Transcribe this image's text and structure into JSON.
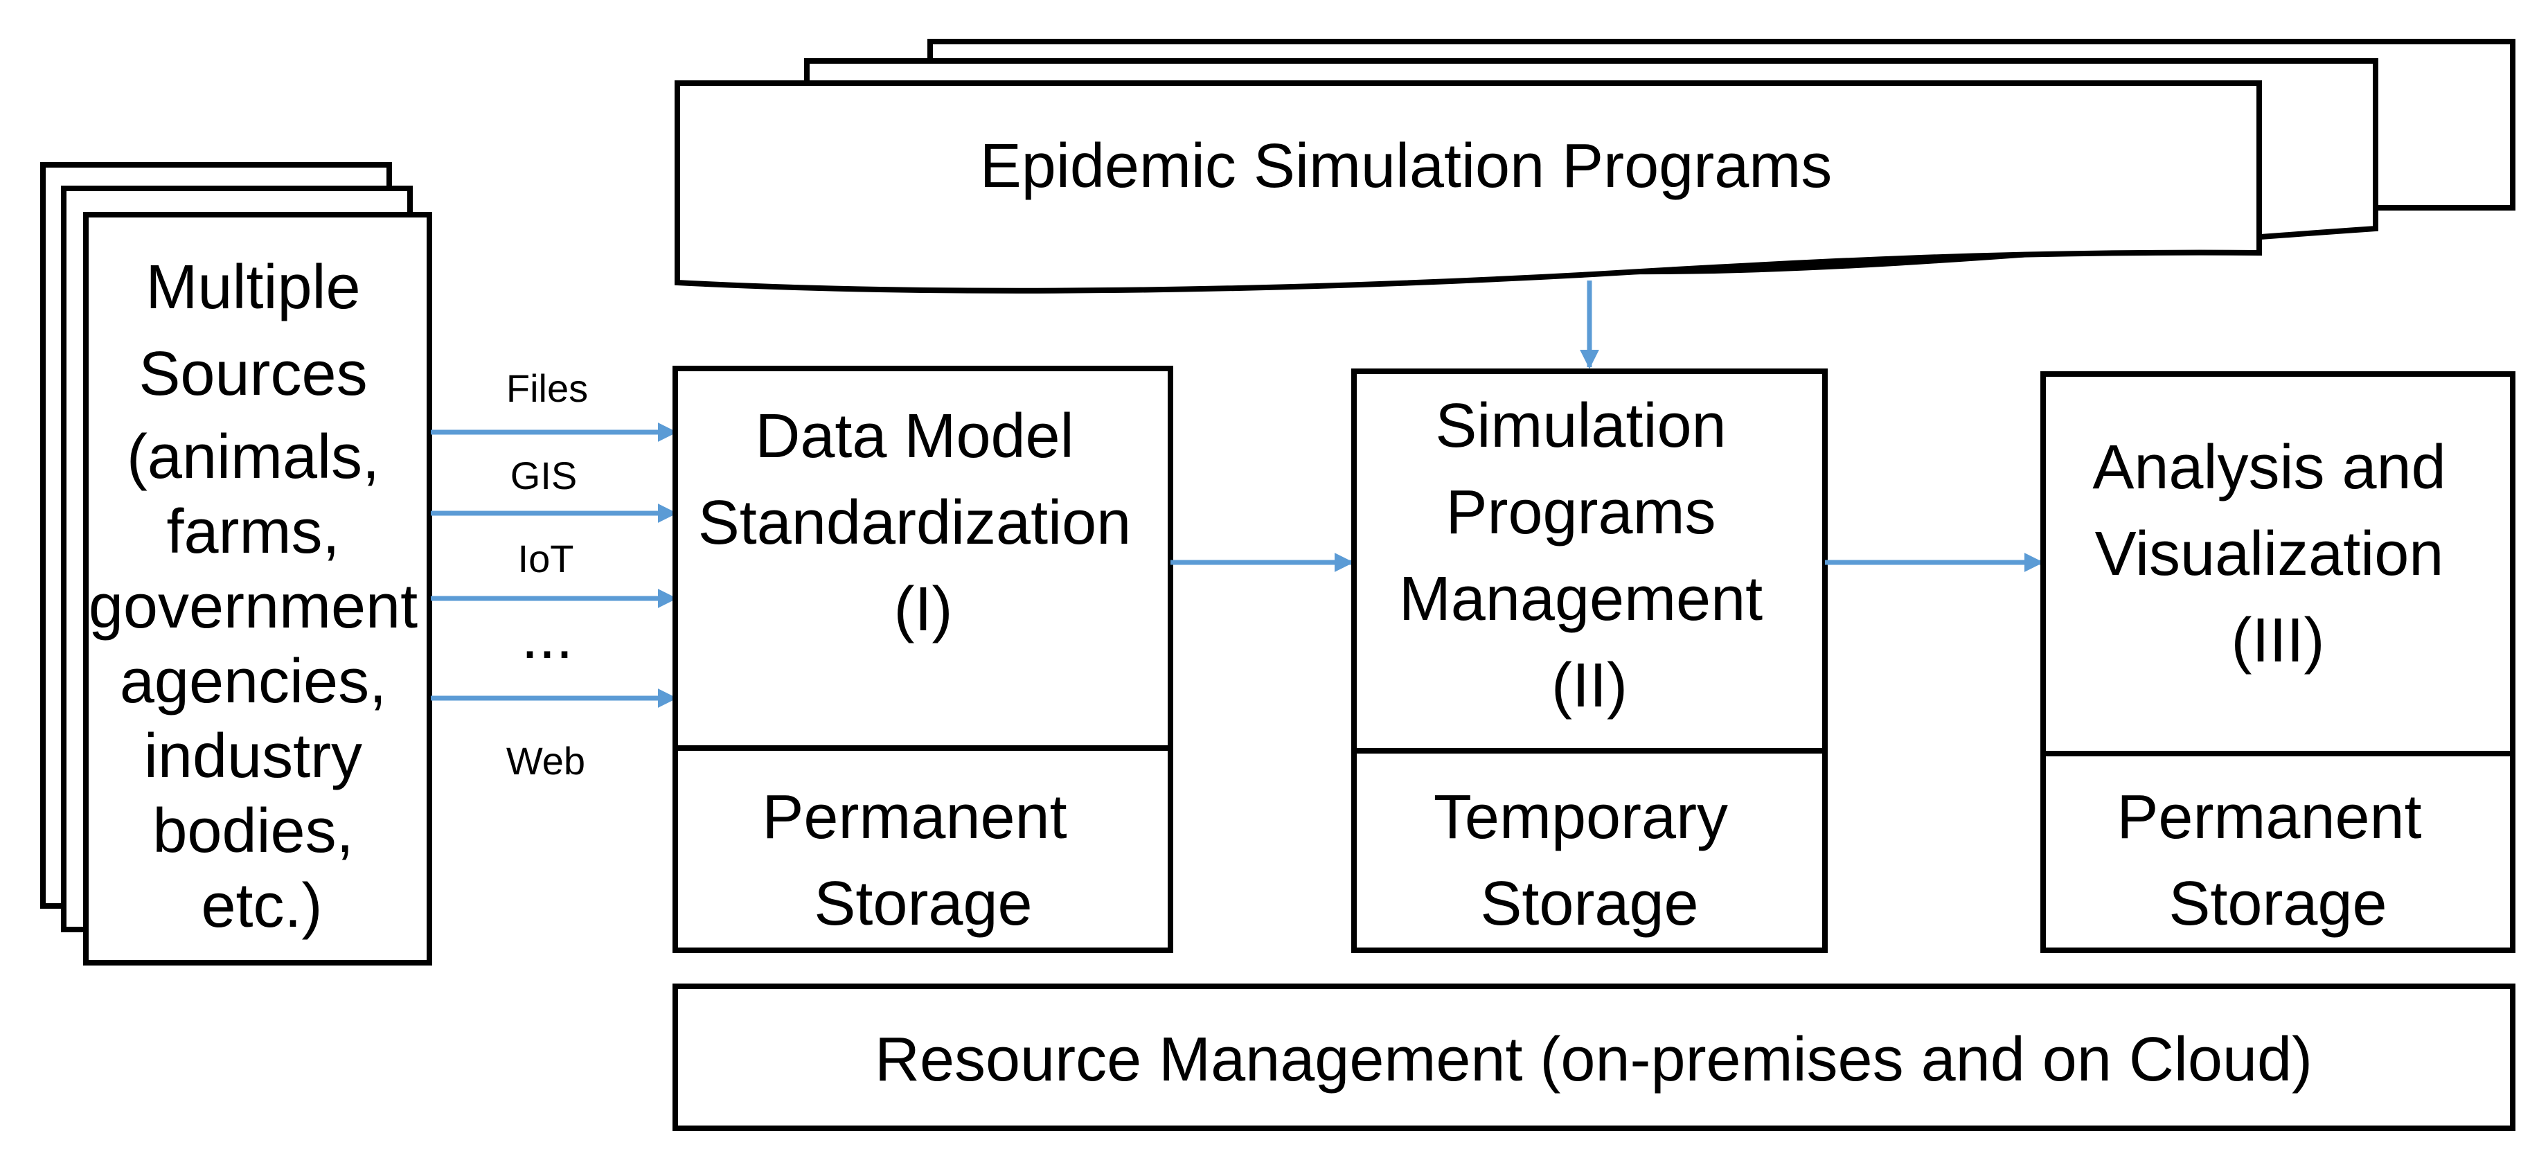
{
  "sources": {
    "lines": [
      "Multiple",
      "Sources",
      "(animals,",
      "farms,",
      "government",
      "agencies,",
      "industry",
      "bodies,",
      "etc.)"
    ]
  },
  "connections": {
    "labels": [
      "Files",
      "GIS",
      "IoT",
      "...",
      "Web"
    ]
  },
  "epidemic_programs": {
    "label": "Epidemic Simulation Programs"
  },
  "data_model": {
    "lines": [
      "Data Model",
      "Standardization",
      "(I)"
    ],
    "storage_lines": [
      "Permanent",
      "Storage"
    ]
  },
  "sim_management": {
    "lines": [
      "Simulation",
      "Programs",
      "Management",
      "(II)"
    ],
    "storage_lines": [
      "Temporary",
      "Storage"
    ]
  },
  "analysis": {
    "lines": [
      "Analysis and",
      "Visualization",
      "(III)"
    ],
    "storage_lines": [
      "Permanent",
      "Storage"
    ]
  },
  "resource_management": {
    "label": "Resource Management (on-premises and on Cloud)"
  },
  "colors": {
    "arrow": "#5b9bd5",
    "stroke": "#000000"
  }
}
